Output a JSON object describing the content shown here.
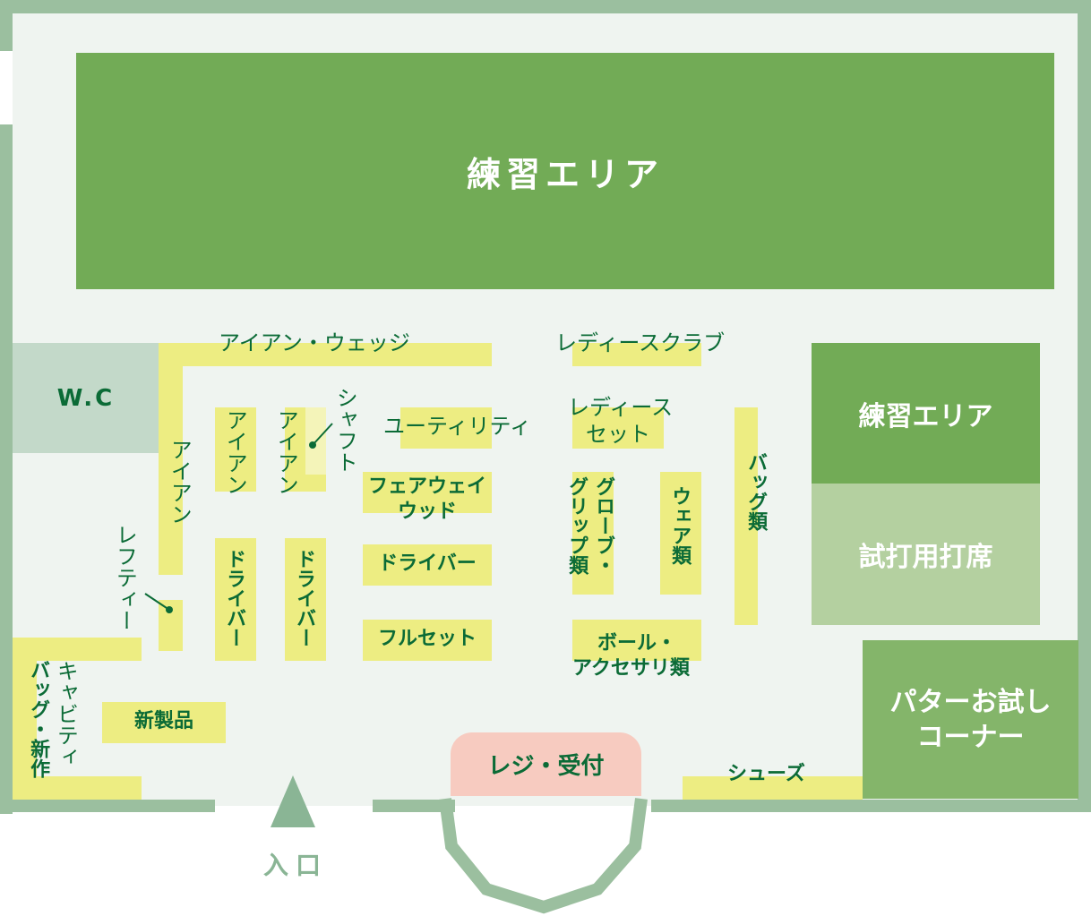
{
  "map": {
    "colors": {
      "floor": "#eff4f0",
      "wall": "#9bbf9f",
      "shelf": "#eded82",
      "shelf_light": "#f4f4b9",
      "label_text": "#0b6b36",
      "practice_area": "#72ab56",
      "trial_booth": "#b4d0a0",
      "putter_corner": "#84b56a",
      "wc": "#c3d9c9",
      "register": "#f7cbc0",
      "entrance_arrow": "#8ab595"
    },
    "zones": {
      "practice_area_main": "練習エリア",
      "practice_area_side": "練習エリア",
      "trial_booth": "試打用打席",
      "putter_corner_line1": "パターお試し",
      "putter_corner_line2": "コーナー",
      "wc": "W.C",
      "register": "レジ・受付",
      "entrance": "入口"
    },
    "shelves": {
      "iron_wedge": "アイアン・ウェッジ",
      "iron_left": "アイアン",
      "iron_mid1": "アイアン",
      "iron_mid2": "アイアン",
      "shaft": "シャフト",
      "lefty": "レフティー",
      "driver_col1": "ドライバー",
      "driver_col2": "ドライバー",
      "utility": "ユーティリティ",
      "fairway_line1": "フェアウェイ",
      "fairway_line2": "ウッド",
      "driver_row": "ドライバー",
      "full_set": "フルセット",
      "ladies_club": "レディースクラブ",
      "ladies_set_line1": "レディース",
      "ladies_set_line2": "セット",
      "glove_col1": "グローブ・",
      "glove_col2": "グリップ類",
      "wear": "ウェア類",
      "bag": "バッグ類",
      "ball_line1": "ボール・",
      "ball_line2": "アクセサリ類",
      "caddy_col1": "キャビティ",
      "caddy_col2": "バッグ・新作",
      "new_products": "新製品",
      "shoes": "シューズ"
    }
  }
}
